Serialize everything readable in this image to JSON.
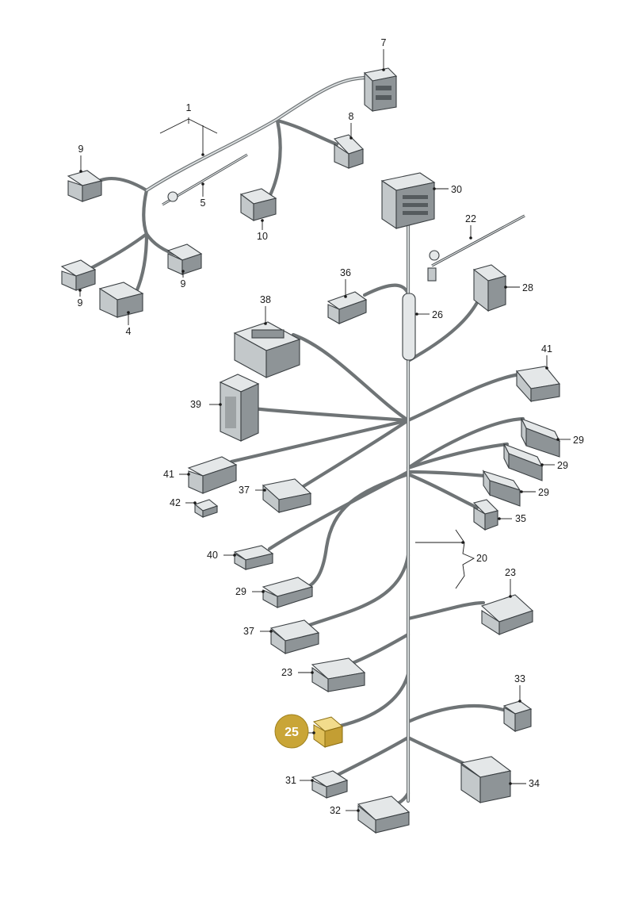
{
  "diagram": {
    "labels": {
      "p1": "1",
      "p4": "4",
      "p5": "5",
      "p7": "7",
      "p8": "8",
      "p9a": "9",
      "p9b": "9",
      "p9c": "9",
      "p10": "10",
      "p20": "20",
      "p22": "22",
      "p23a": "23",
      "p23b": "23",
      "p25": "25",
      "p26": "26",
      "p28": "28",
      "p29a": "29",
      "p29b": "29",
      "p29c": "29",
      "p29d": "29",
      "p30": "30",
      "p31": "31",
      "p32": "32",
      "p33": "33",
      "p34": "34",
      "p35": "35",
      "p36": "36",
      "p37a": "37",
      "p37b": "37",
      "p38": "38",
      "p39": "39",
      "p40": "40",
      "p41a": "41",
      "p41b": "41",
      "p42": "42"
    },
    "highlight_color": "#c9a537"
  }
}
